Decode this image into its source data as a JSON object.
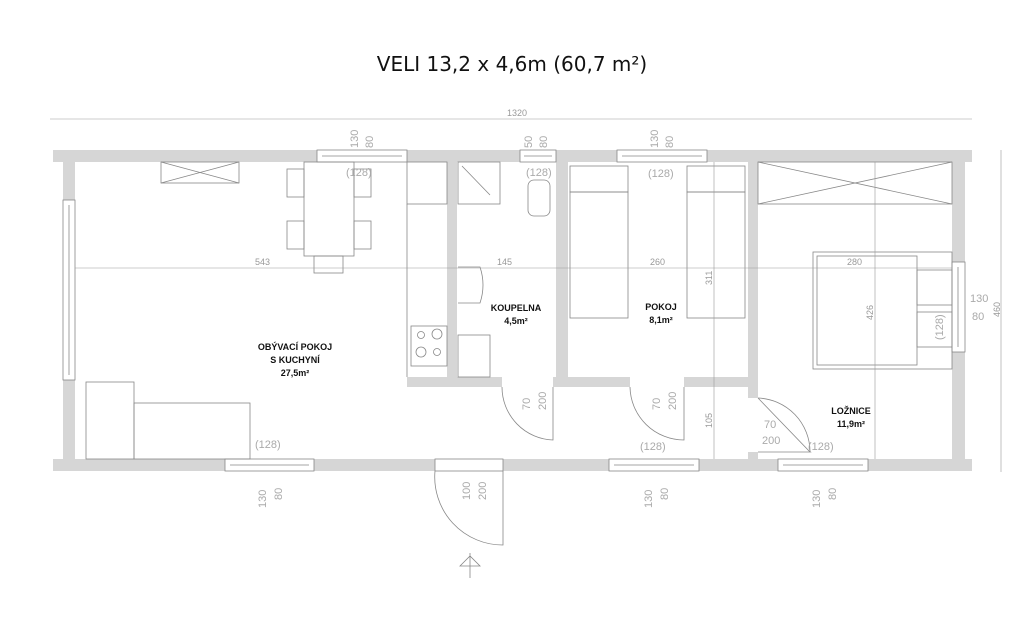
{
  "title": "VELI 13,2 x 4,6m (60,7 m²)",
  "dimensions": {
    "total_length": "1320",
    "total_width": "460",
    "living_width": "543",
    "bath_width": "145",
    "room_width": "260",
    "bedroom_width": "280",
    "room_depth": "311",
    "bedroom_depth": "426",
    "hall_depth": "105"
  },
  "rooms": [
    {
      "name_line1": "OBÝVACÍ POKOJ",
      "name_line2": "S KUCHYNÍ",
      "area": "27,5m²"
    },
    {
      "name_line1": "KOUPELNA",
      "area": "4,5m²"
    },
    {
      "name_line1": "POKOJ",
      "area": "8,1m²"
    },
    {
      "name_line1": "LOŽNICE",
      "area": "11,9m²"
    }
  ],
  "windows": {
    "w130": "130",
    "w80": "80",
    "w50": "50",
    "sill": "(128)"
  },
  "doors": {
    "d70": "70",
    "d100": "100",
    "d200": "200"
  }
}
